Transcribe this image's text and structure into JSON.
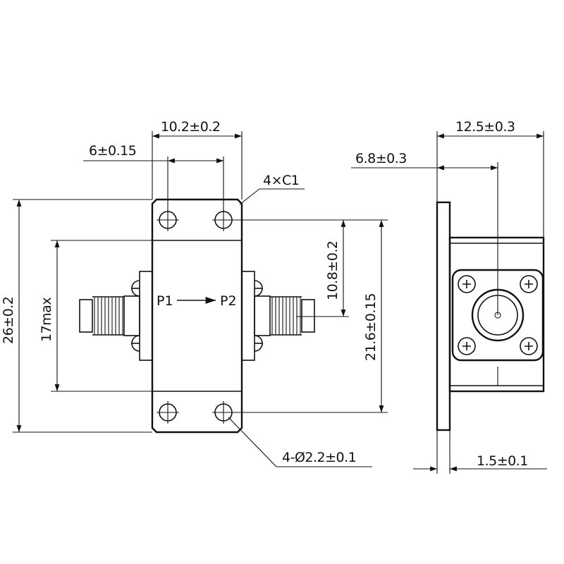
{
  "front_view": {
    "width_label": "10.2±0.2",
    "hole_spacing_label": "6±0.15",
    "chamfer_label": "4×C1",
    "hole_pitch_label": "10.8±0.2",
    "flange_height_label": "21.6±0.15",
    "overall_height_label": "26±0.2",
    "body_height_label": "17max",
    "hole_label": "4-Ø2.2±0.1",
    "port_in_label": "P1",
    "port_out_label": "P2"
  },
  "side_view": {
    "width_label": "12.5±0.3",
    "center_label": "6.8±0.3",
    "flange_thickness_label": "1.5±0.1"
  }
}
